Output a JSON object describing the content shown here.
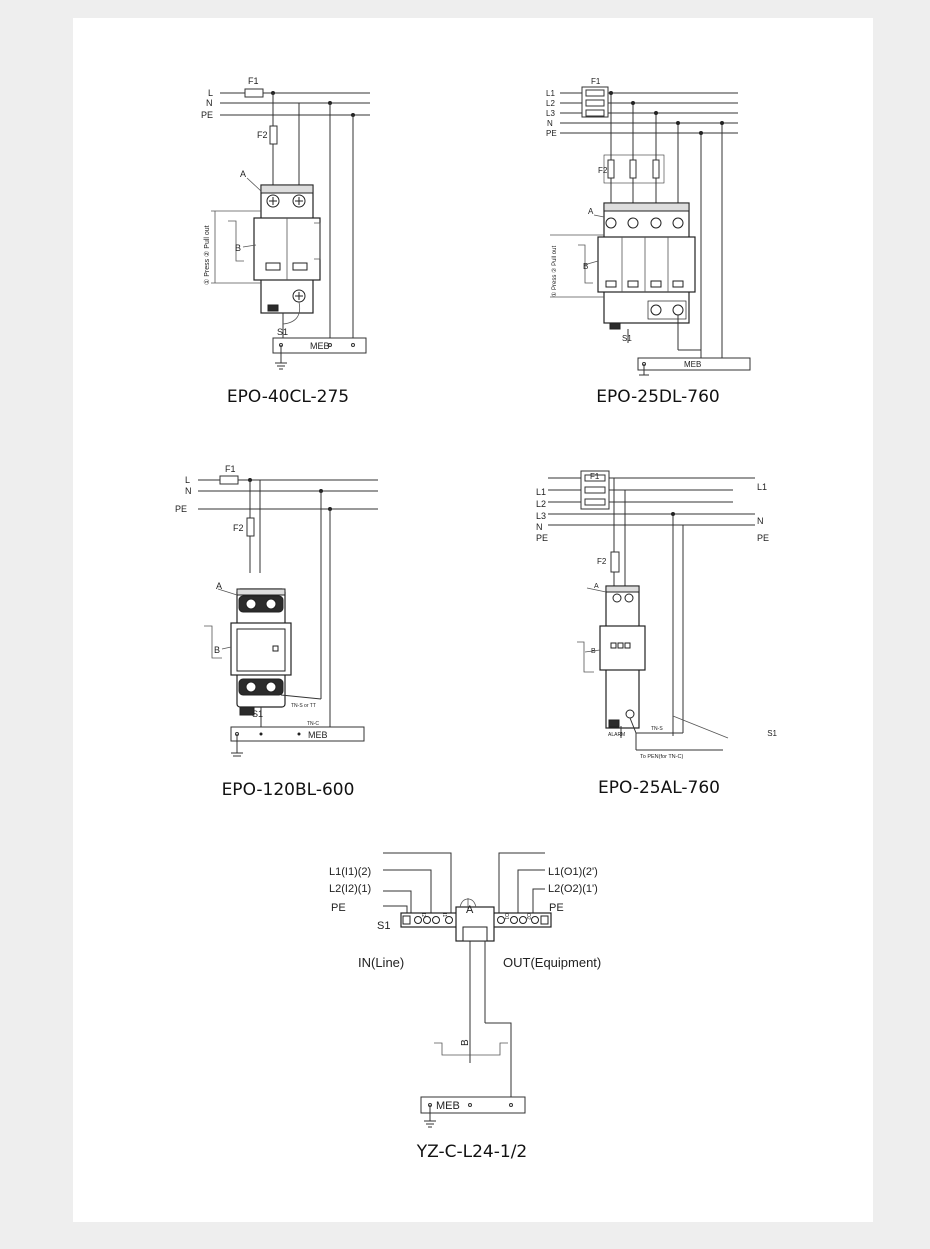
{
  "diagrams": [
    {
      "caption": "EPO-40CL-275",
      "labels": {
        "l": "L",
        "n": "N",
        "pe": "PE",
        "f1": "F1",
        "f2": "F2",
        "a": "A",
        "b": "B",
        "s1": "S1",
        "meb": "MEB",
        "press": "① Press ② Pull out"
      }
    },
    {
      "caption": "EPO-25DL-760",
      "labels": {
        "l1": "L1",
        "l2": "L2",
        "l3": "L3",
        "n": "N",
        "pe": "PE",
        "f1": "F1",
        "f2": "F2",
        "a": "A",
        "b": "B",
        "s1": "S1",
        "meb": "MEB",
        "press": "① Press ② Pull out"
      }
    },
    {
      "caption": "EPO-120BL-600",
      "labels": {
        "l": "L",
        "n": "N",
        "pe": "PE",
        "f1": "F1",
        "f2": "F2",
        "a": "A",
        "b": "B",
        "s1": "S1",
        "meb": "MEB",
        "tns": "TN-S or TT",
        "tnc": "TN-C"
      }
    },
    {
      "caption": "EPO-25AL-760",
      "labels": {
        "l1": "L1",
        "l2": "L2",
        "l3": "L3",
        "n": "N",
        "pe": "PE",
        "l1r": "L1",
        "nr": "N",
        "per": "PE",
        "f1": "F1",
        "f2": "F2",
        "a": "A",
        "b": "B",
        "s1": "S1",
        "alarm": "ALARM",
        "tns": "TN-S",
        "topen": "To PEN(for TN-C)"
      }
    },
    {
      "caption": "YZ-C-L24-1/2",
      "labels": {
        "l1i": "L1(I1)(2)",
        "l2i": "L2(I2)(1)",
        "pe_l": "PE",
        "s1": "S1",
        "l1o": "L1(O1)(2')",
        "l2o": "L2(O2)(1')",
        "pe_r": "PE",
        "a": "A",
        "in": "IN(Line)",
        "out": "OUT(Equipment)",
        "b": "B",
        "meb": "MEB",
        "t_i2": "I2",
        "t_i1": "I1",
        "t_o1": "O1",
        "t_o2": "O2"
      }
    }
  ]
}
